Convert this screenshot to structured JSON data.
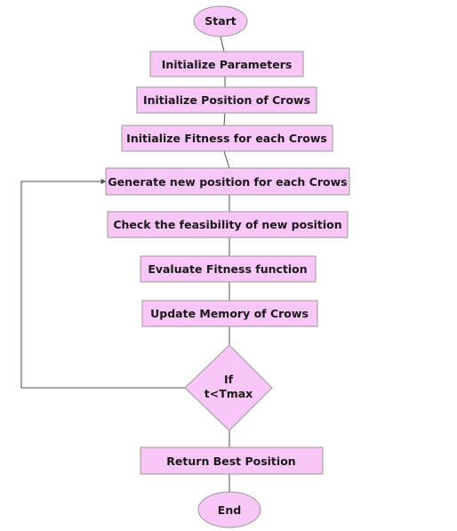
{
  "flowchart": {
    "start": "Start",
    "init_params": "Initialize Parameters",
    "init_position": "Initialize Position of Crows",
    "init_fitness": "Initialize Fitness for each Crows",
    "generate_position": "Generate new position for each Crows",
    "check_feasibility": "Check the feasibility of new position",
    "evaluate_fitness": "Evaluate Fitness function",
    "update_memory": "Update Memory of Crows",
    "decision_line1": "If",
    "decision_line2": "t<Tmax",
    "return_best": "Return Best Position",
    "end": "End"
  },
  "colors": {
    "node_fill": "#f8c6f7",
    "node_border": "#9a9a9a",
    "edge": "#4d4d4d"
  }
}
